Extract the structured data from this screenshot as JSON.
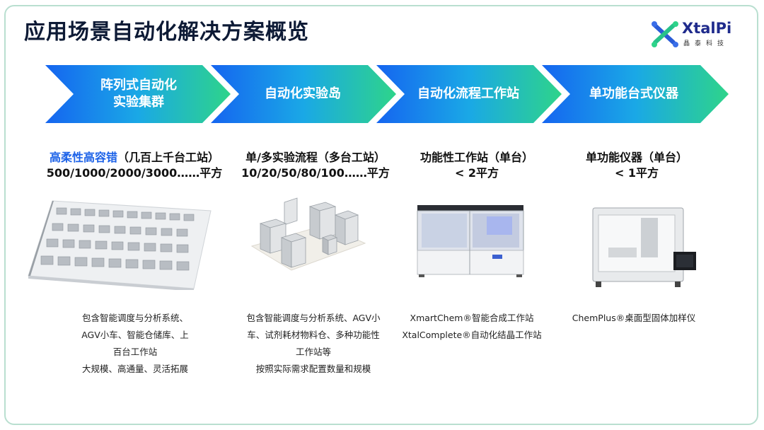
{
  "title": "应用场景自动化解决方案概览",
  "logo": {
    "brand": "XtalPi",
    "sub": "晶泰科技"
  },
  "colors": {
    "accent": "#1c62e8",
    "chevron_start": "#1565f0",
    "chevron_end": "#2ed48a",
    "border": "#b9dfd0"
  },
  "stages": [
    {
      "label": "阵列式自动化\n实验集群",
      "heading_highlight": "高柔性高容错",
      "heading_rest": "（几百上千台工站）",
      "heading_line2": "500/1000/2000/3000……平方",
      "desc": "包含智能调度与分析系统、\nAGV小车、智能仓储库、上\n百台工作站\n大规模、高通量、灵活拓展"
    },
    {
      "label": "自动化实验岛",
      "heading_highlight": "",
      "heading_rest": "单/多实验流程（多台工站）",
      "heading_line2": "10/20/50/80/100……平方",
      "desc": "包含智能调度与分析系统、AGV小\n车、试剂耗材物料仓、多种功能性\n工作站等\n按照实际需求配置数量和规模"
    },
    {
      "label": "自动化流程工作站",
      "heading_highlight": "",
      "heading_rest": "功能性工作站（单台）",
      "heading_line2": "< 2平方",
      "desc": "XmartChem®智能合成工作站\nXtalComplete®自动化结晶工作站"
    },
    {
      "label": "单功能台式仪器",
      "heading_highlight": "",
      "heading_rest": "单功能仪器（单台）",
      "heading_line2": "< 1平方",
      "desc": "ChemPlus®桌面型固体加样仪"
    }
  ]
}
